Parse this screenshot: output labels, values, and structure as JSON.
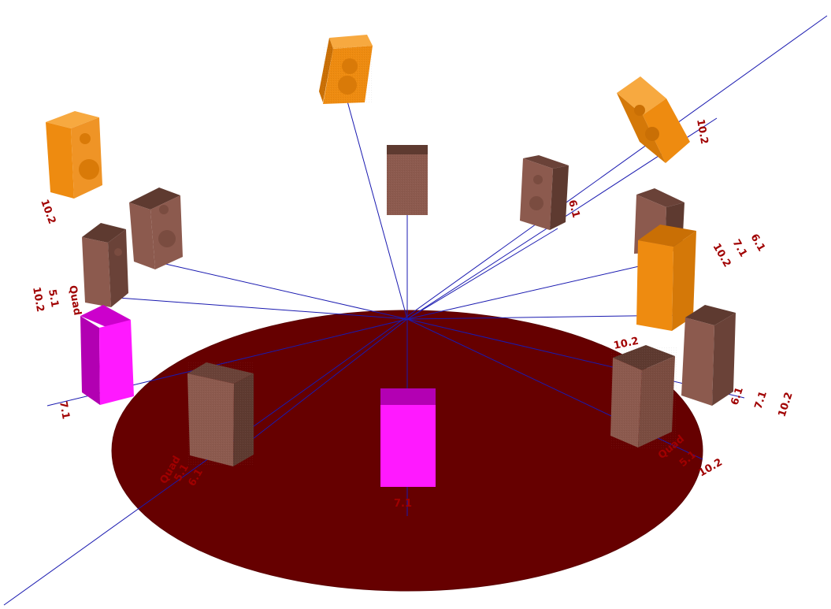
{
  "colors": {
    "background": "#ffffff",
    "floor": "#660000",
    "floor_edge": "#5a0000",
    "axis_line": "#1a1ab0",
    "label": "#a00000",
    "speaker_orange": "#ee8b10",
    "speaker_brown": "#8c5a4e",
    "speaker_magenta": "#ff19ff"
  },
  "labels": {
    "center": "7.1",
    "right_front": "10.2",
    "right_stack_1": "6.1",
    "right_stack_2": "7.1",
    "right_stack_3": "10.2",
    "right_low_1": "Quad",
    "right_low_2": "5.1",
    "right_low_3": "10.2",
    "left_side": "7.1",
    "left_upper_1": "10.2",
    "left_upper_2": "5.1",
    "left_upper_3": "Quad",
    "left_top": "10.2",
    "top_right": "10.2",
    "right_rear_1": "6.1",
    "right_rear_2": "7.1",
    "right_rear_3": "10.2",
    "front_left_1": "Quad",
    "front_left_2": "5.1",
    "front_left_3": "6.1",
    "rear_right_mid": "6.1"
  },
  "speakers": [
    {
      "id": "center-front",
      "color": "speaker_magenta"
    },
    {
      "id": "front-left",
      "color": "speaker_brown"
    },
    {
      "id": "front-right",
      "color": "speaker_brown"
    },
    {
      "id": "left-side",
      "color": "speaker_magenta"
    },
    {
      "id": "right-side-upper",
      "color": "speaker_orange"
    },
    {
      "id": "right-side",
      "color": "speaker_brown"
    },
    {
      "id": "left-rear",
      "color": "speaker_brown"
    },
    {
      "id": "left-rear-high",
      "color": "speaker_brown"
    },
    {
      "id": "rear-center",
      "color": "speaker_brown"
    },
    {
      "id": "right-rear",
      "color": "speaker_brown"
    },
    {
      "id": "right-rear-far",
      "color": "speaker_brown"
    },
    {
      "id": "top-left",
      "color": "speaker_orange"
    },
    {
      "id": "top-center",
      "color": "speaker_orange"
    },
    {
      "id": "top-right",
      "color": "speaker_orange"
    }
  ]
}
